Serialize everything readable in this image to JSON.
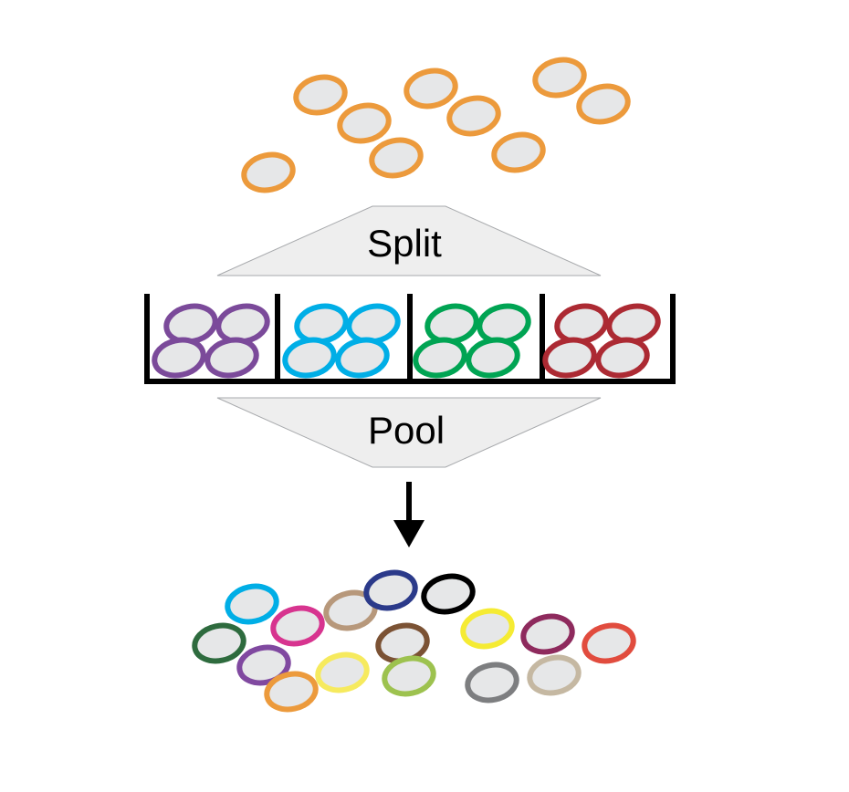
{
  "steps": {
    "split_label": "Split",
    "pool_label": "Pool"
  },
  "beads": {
    "input_color": "#ec9a3c",
    "wells": [
      {
        "name": "purple",
        "color": "#7b4a9a"
      },
      {
        "name": "cyan",
        "color": "#00aee6"
      },
      {
        "name": "green",
        "color": "#00a453"
      },
      {
        "name": "red",
        "color": "#ac2a33"
      }
    ],
    "pooled_colors": [
      "#00aee6",
      "#d7348f",
      "#b7987b",
      "#2b3a8a",
      "#000000",
      "#2e6b3e",
      "#8049a0",
      "#f5eb33",
      "#7b5234",
      "#9dc24f",
      "#f6ea5e",
      "#8e2a5d",
      "#e14c3e",
      "#ec9a3c",
      "#7d7e80",
      "#c5b8a2"
    ]
  }
}
